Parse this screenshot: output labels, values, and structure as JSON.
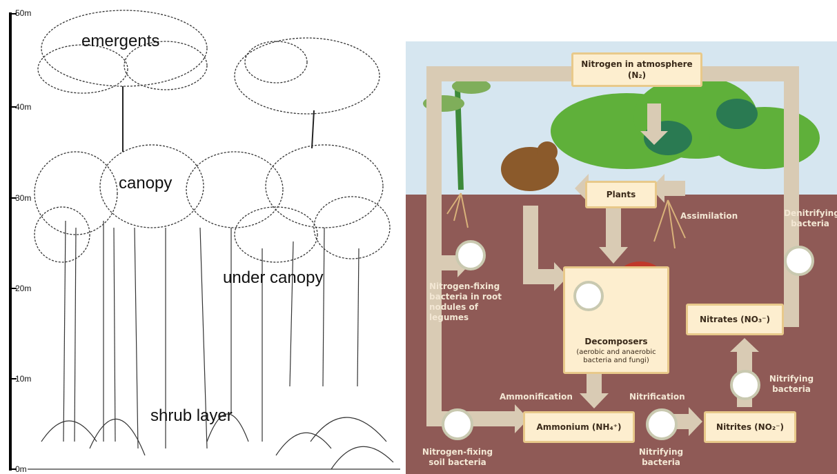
{
  "forest": {
    "scale_ticks": [
      "50m",
      "40m",
      "30m",
      "20m",
      "10m",
      "0m"
    ],
    "layers": {
      "emergents": "emergents",
      "canopy": "canopy",
      "under_canopy": "under canopy",
      "shrub_layer": "shrub layer"
    }
  },
  "nitrogen": {
    "atmosphere": "Nitrogen in atmosphere (N₂)",
    "plants": "Plants",
    "assimilation": "Assimilation",
    "denitrifying": "Denitrifying bacteria",
    "fixing_root": "Nitrogen-fixing bacteria in root nodules of legumes",
    "decomposers_title": "Decomposers",
    "decomposers_sub": "(aerobic and anaerobic bacteria and fungi)",
    "nitrates": "Nitrates (NO₃⁻)",
    "nitrifying_right": "Nitrifying bacteria",
    "ammonification": "Ammonification",
    "nitrification": "Nitrification",
    "ammonium": "Ammonium (NH₄⁺)",
    "nitrites": "Nitrites (NO₂⁻)",
    "fixing_soil": "Nitrogen-fixing soil bacteria",
    "nitrifying_bottom": "Nitrifying bacteria"
  }
}
